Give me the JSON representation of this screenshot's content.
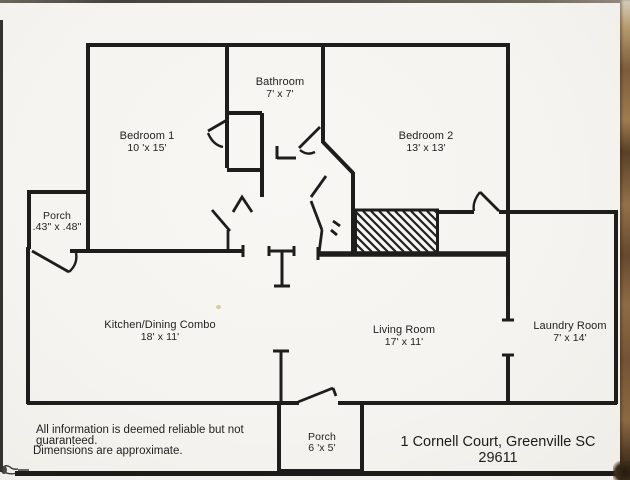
{
  "document": {
    "type": "floor-plan-scan",
    "address": "1 Cornell Court, Greenville SC 29611",
    "disclaimer_line1": "All information is deemed reliable but not guaranteed.",
    "disclaimer_line2": "Dimensions are approximate."
  },
  "rooms": {
    "bathroom": {
      "name": "Bathroom",
      "dims": "7' x 7'"
    },
    "bedroom1": {
      "name": "Bedroom 1",
      "dims": "10 'x 15'"
    },
    "bedroom2": {
      "name": "Bedroom 2",
      "dims": "13' x 13'"
    },
    "porch_left": {
      "name": "Porch",
      "dims": ".43\" x .48\""
    },
    "kitchen": {
      "name": "Kitchen/Dining Combo",
      "dims": "18' x 11'"
    },
    "living": {
      "name": "Living Room",
      "dims": "17' x 11'"
    },
    "laundry": {
      "name": "Laundry Room",
      "dims": "7' x 14'"
    },
    "porch_bottom": {
      "name": "Porch",
      "dims": "6 'x 5'"
    }
  },
  "colors": {
    "paper": "#f6f5f2",
    "ink": "#1d1d1b",
    "scan_edge_brown": "#8a6a45"
  }
}
